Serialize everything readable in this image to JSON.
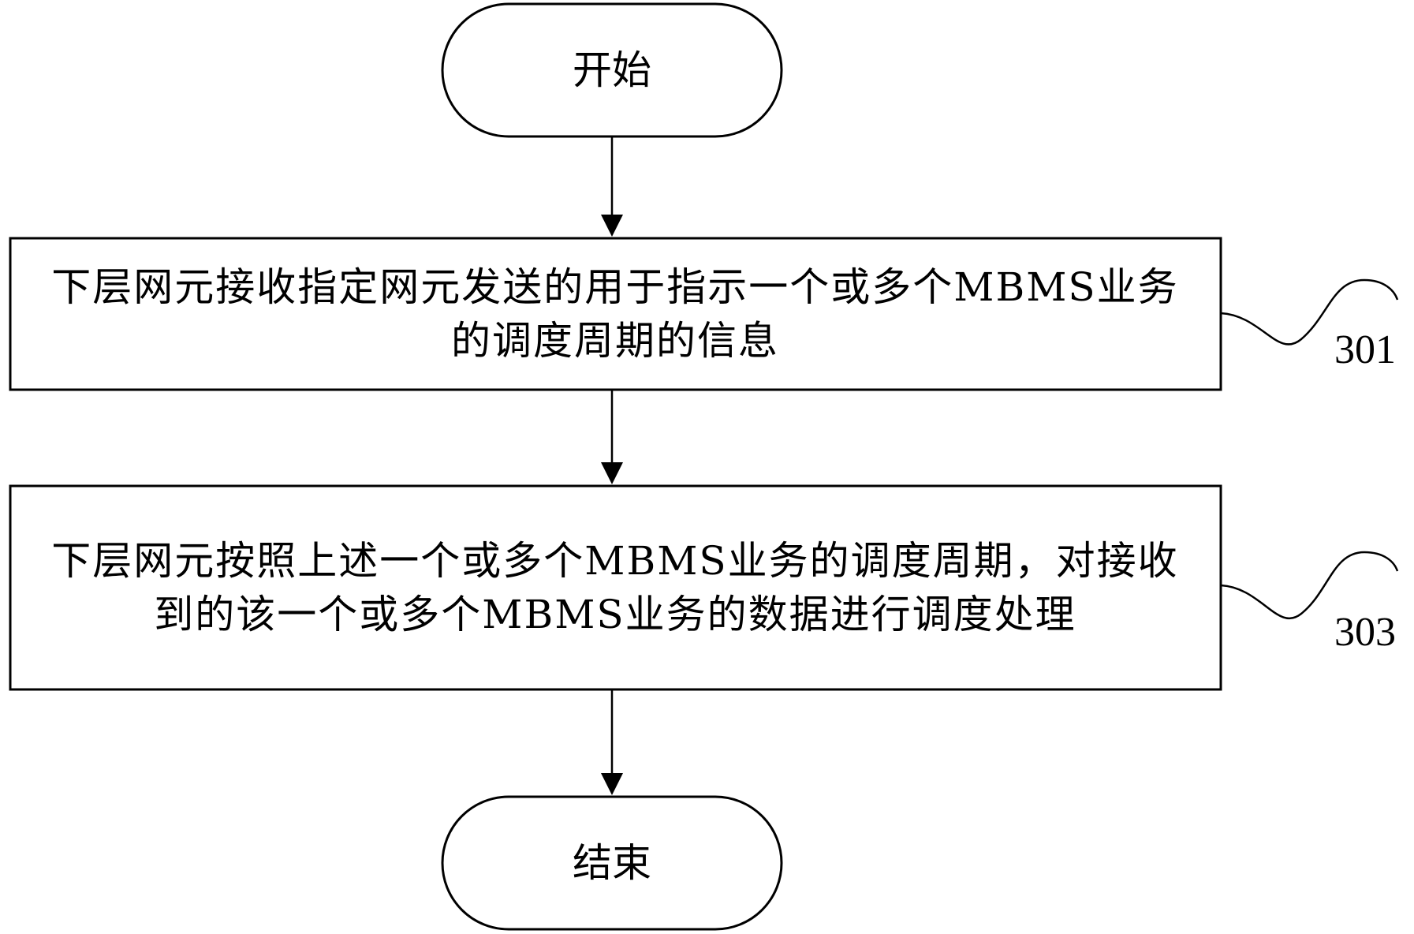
{
  "flowchart": {
    "start": {
      "label": "开始"
    },
    "steps": [
      {
        "id": "301",
        "text": "下层网元接收指定网元发送的用于指示一个或多个MBMS业务的调度周期的信息"
      },
      {
        "id": "303",
        "text": "下层网元按照上述一个或多个MBMS业务的调度周期，对接收到的该一个或多个MBMS业务的数据进行调度处理"
      }
    ],
    "end": {
      "label": "结束"
    }
  }
}
